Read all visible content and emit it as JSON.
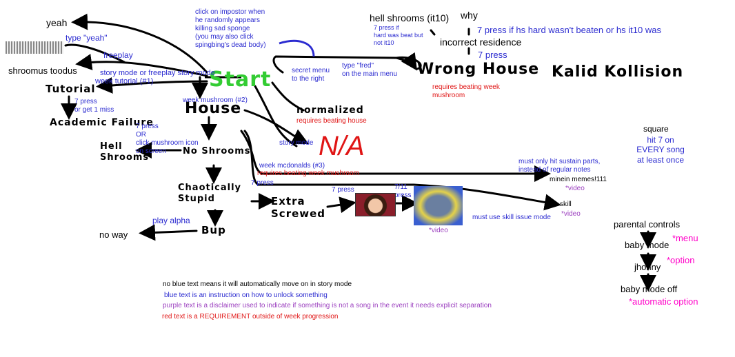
{
  "colors": {
    "black": "#000000",
    "blue": "#2b2bd0",
    "red": "#e01515",
    "purple": "#9b3fbf",
    "magenta": "#ff00c8",
    "green": "#33cc33"
  },
  "nodes": {
    "yeah": "yeah",
    "shroomus_toodus": "shroomus toodus",
    "tutorial": "Tutorial",
    "academic_failure": "Academic Failure",
    "hell_shrooms_left": "Hell Shrooms",
    "start": "Start",
    "house": "House",
    "no_shrooms": "No Shrooms",
    "chaotically_stupid": "Chaotically Stupid",
    "bup": "Bup",
    "no_way": "no way",
    "extra_screwed": "Extra Screwed",
    "normalized": "normalized",
    "na": "N/A",
    "wrong_house": "Wrong House",
    "kalid_kollision": "Kalid Kollision",
    "hell_shrooms_it10": "hell shrooms (it10)",
    "why": "why",
    "incorrect_residence": "incorrect residence",
    "minein_memes": "minein memes!111",
    "skill": "skill",
    "parental_controls": "parental controls",
    "baby_mode": "baby mode",
    "jhonny": "jhonny",
    "baby_mode_off": "baby mode off",
    "square": "square"
  },
  "labels": {
    "type_yeah": "type \"yeah\"",
    "freeplay": "freeplay",
    "story_mode_or_freeplay": "story mode or freeplay story mode",
    "week_tutorial": "week tutorial (#1)",
    "click_impostor": [
      "click on impostor when",
      "he randomly appears",
      "killing sad sponge",
      "(you may also click",
      "spingbing's dead body)"
    ],
    "secret_menu": [
      "secret menu",
      "to the right"
    ],
    "type_fred": [
      "type \"fred\"",
      "on the main menu"
    ],
    "seven_press_hard": [
      "7 press if",
      "hard was beat but",
      "not it10"
    ],
    "seven_press_hs_hard": "7 press if hs hard wasn't beaten or hs it10 was",
    "seven_press_wrong": "7 press",
    "req_week_mushroom": [
      "requires beating week",
      "mushroom"
    ],
    "seven_press_tutorial": [
      "7 press",
      "or get 1 miss"
    ],
    "week_mushroom": "week mushroom (#2)",
    "req_house": "requires beating house",
    "seven_press_or_click": [
      "7 press",
      "OR",
      "click mushroom icon",
      "on screen"
    ],
    "story_mode": "story mode",
    "week_mcdonalds": "week mcdonalds (#3)",
    "req_week_mushroom2": "requires beating week mushroom",
    "must_sustain": [
      "must only hit sustain parts,",
      "instead of regular notes"
    ],
    "seven_press_chaotic": "7 press",
    "seven_press_extra": "7 press",
    "seven_eleven_press": [
      "7/11",
      "press"
    ],
    "video_label_1": "*video",
    "video_label_2": "*video",
    "video_label_3": "*video",
    "play_alpha": "play alpha",
    "must_skill_issue": "must use skill issue mode",
    "square_hit7": [
      "hit 7 on",
      "EVERY song",
      "at least once"
    ],
    "menu_star": "*menu",
    "option_star": "*option",
    "automatic_option": "*automatic option"
  },
  "legend": {
    "no_blue": "no blue text means it will automatically move on in story mode",
    "blue": "blue text is an instruction on how to unlock something",
    "purple": "purple text is a disclaimer used to indicate if something is not a song in the event it needs explicit separation",
    "red": "red text is a REQUIREMENT outside of week progression"
  }
}
